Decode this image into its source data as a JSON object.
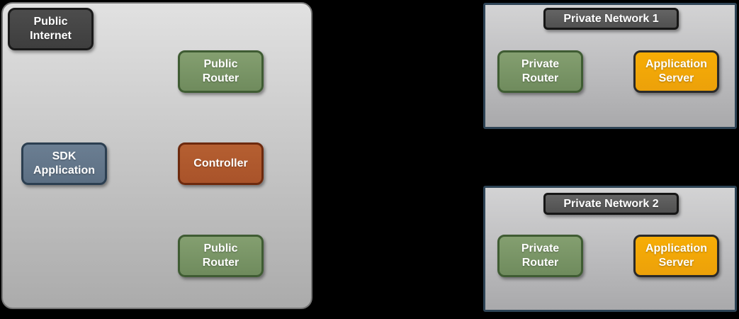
{
  "diagram": {
    "public_zone": {
      "internet_badge": {
        "lines": [
          "Public",
          "Internet"
        ]
      },
      "nodes": {
        "public_router_top": {
          "lines": [
            "Public",
            "Router"
          ]
        },
        "sdk_application": {
          "lines": [
            "SDK",
            "Application"
          ]
        },
        "controller": {
          "lines": [
            "Controller"
          ]
        },
        "public_router_bottom": {
          "lines": [
            "Public",
            "Router"
          ]
        }
      }
    },
    "private_network_1": {
      "title": "Private Network 1",
      "nodes": {
        "private_router": {
          "lines": [
            "Private",
            "Router"
          ]
        },
        "application_server": {
          "lines": [
            "Application",
            "Server"
          ]
        }
      }
    },
    "private_network_2": {
      "title": "Private Network 2",
      "nodes": {
        "private_router": {
          "lines": [
            "Private",
            "Router"
          ]
        },
        "application_server": {
          "lines": [
            "Application",
            "Server"
          ]
        }
      }
    },
    "palette": {
      "background": "#000000",
      "public_zone_fill_top": "#e1e1e1",
      "public_zone_fill_bottom": "#ababab",
      "public_zone_border": "#757575",
      "network_fill_top": "#d3d3d4",
      "network_fill_bottom": "#a9a9ab",
      "network_border": "#2e4456",
      "router_fill": "#7a9867",
      "router_border": "#3f5c33",
      "sdk_fill": "#64788b",
      "sdk_border": "#2c3f51",
      "controller_fill": "#b05a2e",
      "controller_border": "#6d2a0e",
      "server_fill": "#f2a807",
      "server_border": "#2a2a2a",
      "badge_fill": "#454545",
      "badge_border": "#1a1a1a",
      "title_fill": "#5a5a5a",
      "title_border": "#161616",
      "label_text": "#ffffff"
    }
  }
}
